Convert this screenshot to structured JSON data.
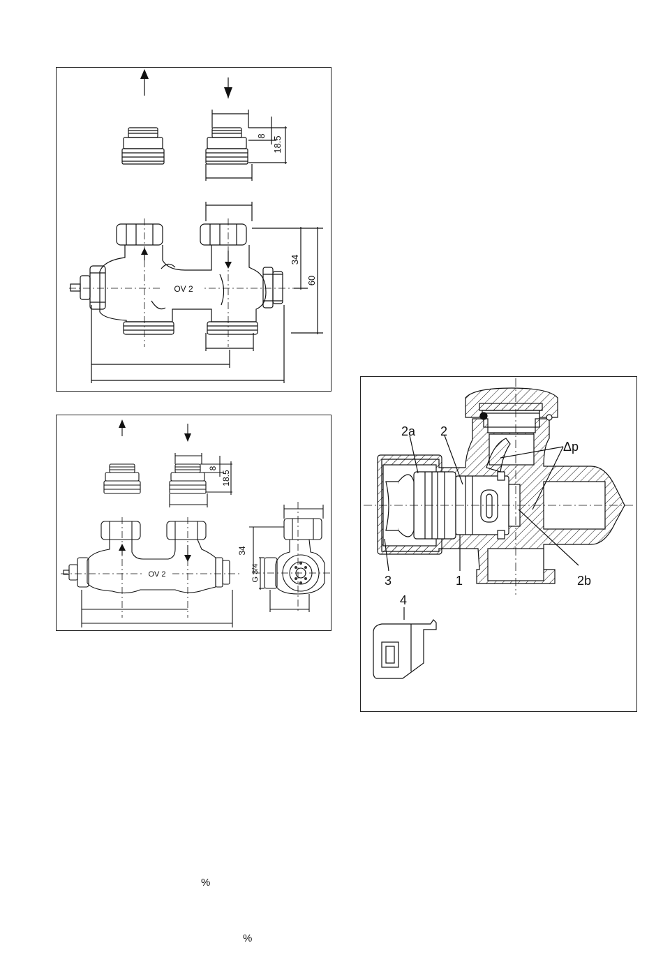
{
  "fig1": {
    "dim_small": "8",
    "dim_large": "18.5",
    "dim_34": "34",
    "dim_60": "60",
    "valve_label": "OV 2"
  },
  "fig2": {
    "dim_small": "8",
    "dim_large": "18.5",
    "dim_34": "34",
    "thread": "G 3/4",
    "valve_label": "OV 2"
  },
  "fig3": {
    "label_2a": "2a",
    "label_2": "2",
    "label_dp": "Δp",
    "label_3": "3",
    "label_1": "1",
    "label_2b": "2b",
    "label_4": "4"
  },
  "stray": [
    "%",
    "%"
  ]
}
